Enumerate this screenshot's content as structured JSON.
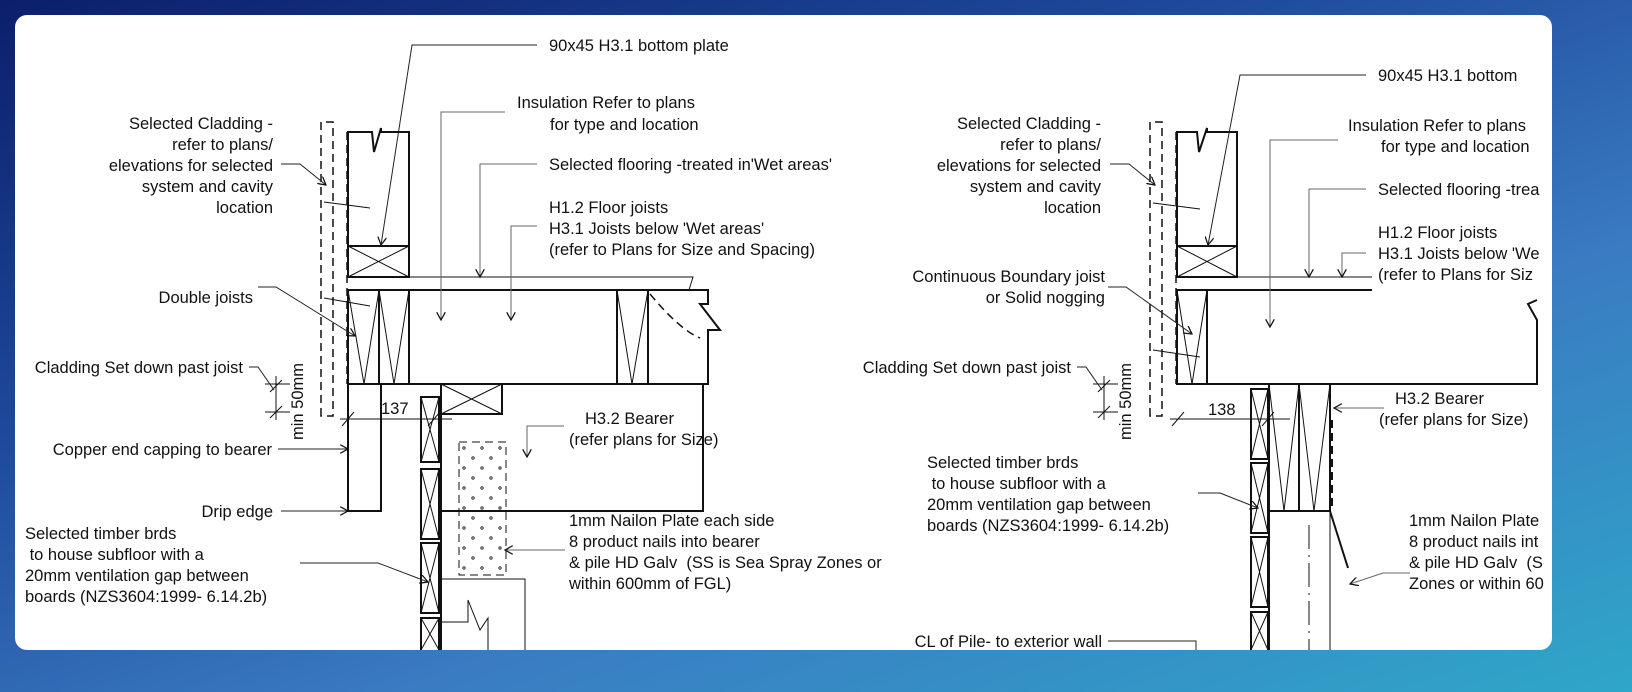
{
  "background": {
    "gradient_start": "#0b1f6b",
    "gradient_end": "#2fa7c9",
    "card_color": "#ffffff"
  },
  "left_detail": {
    "bottom_plate": "90x45    H3.1 bottom plate",
    "insulation": [
      "Insulation Refer to plans",
      "for type and location"
    ],
    "flooring": "Selected flooring -treated in'Wet areas'",
    "joists": [
      "H1.2 Floor joists",
      "H3.1 Joists below 'Wet areas'",
      "(refer to Plans for Size and Spacing)"
    ],
    "cladding": [
      "Selected Cladding -",
      "refer to plans/",
      "elevations for selected",
      "system and cavity",
      "location"
    ],
    "double_joists": "Double  joists",
    "setdown": "Cladding Set down past joist",
    "min_dim": "min 50mm",
    "dimension": "137",
    "bearer": [
      "H3.2 Bearer",
      "(refer plans for Size)"
    ],
    "copper": "Copper end capping to bearer",
    "drip": "Drip edge",
    "boards": [
      "Selected timber brds",
      " to house subfloor with a",
      "20mm ventilation gap between",
      "boards (NZS3604:1999- 6.14.2b)"
    ],
    "nailon": [
      "1mm Nailon Plate each side",
      "8 product nails into bearer",
      "& pile HD Galv  (SS is Sea Spray Zones or",
      "within 600mm of FGL)"
    ]
  },
  "right_detail": {
    "bottom_plate": "90x45    H3.1 bottom",
    "insulation": [
      "Insulation Refer to plans",
      "for type and location"
    ],
    "flooring": "Selected flooring -trea",
    "joists": [
      "H1.2 Floor joists",
      "H3.1 Joists below 'We",
      "(refer to Plans for Siz"
    ],
    "cladding": [
      "Selected Cladding -",
      "refer to plans/",
      "elevations for selected",
      "system and cavity",
      "location"
    ],
    "boundary": [
      "Continuous  Boundary joist",
      "or Solid nogging"
    ],
    "setdown": "Cladding Set down past joist",
    "min_dim": "min 50mm",
    "dimension": "138",
    "bearer": [
      "H3.2 Bearer",
      "(refer plans for Size)"
    ],
    "boards": [
      "Selected timber brds",
      " to house subfloor with a",
      "20mm ventilation gap between",
      "boards (NZS3604:1999- 6.14.2b)"
    ],
    "nailon": [
      "1mm Nailon Plate",
      "8 product nails int",
      "& pile HD Galv  (S",
      "Zones or within 60"
    ],
    "pile_cl": "CL of Pile- to exterior wall"
  }
}
